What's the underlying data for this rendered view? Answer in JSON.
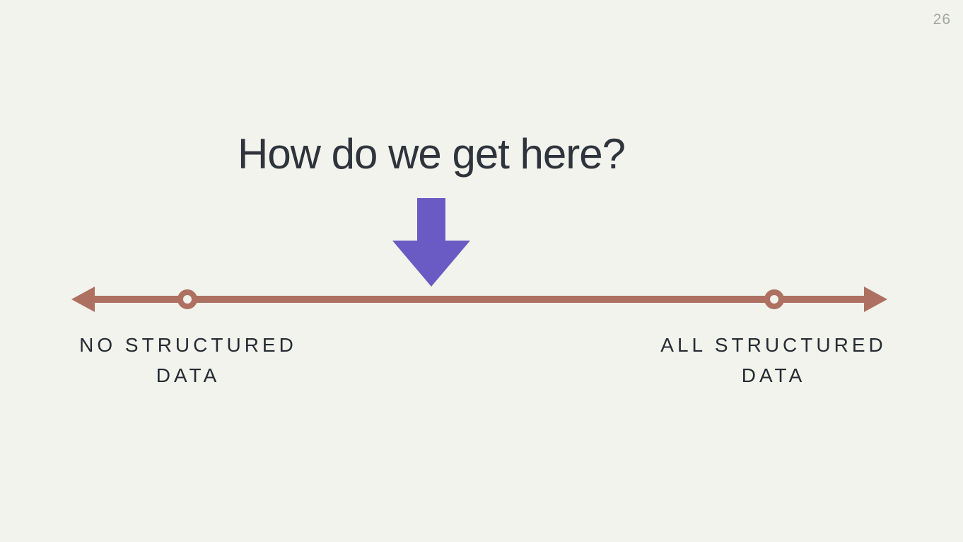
{
  "page": {
    "number": "26"
  },
  "title": "How do we get here?",
  "spectrum": {
    "left_label": "NO STRUCTURED DATA",
    "right_label": "ALL STRUCTURED DATA"
  },
  "icons": {
    "down_arrow": "down-arrow-icon",
    "left_arrowhead": "left-arrowhead-icon",
    "right_arrowhead": "right-arrowhead-icon"
  },
  "colors": {
    "background": "#f1f3ec",
    "title_text": "#2f333c",
    "label_text": "#262a33",
    "page_number": "#a2a5a2",
    "accent_purple": "#6a5bc4",
    "accent_terracotta": "#ae7061"
  }
}
